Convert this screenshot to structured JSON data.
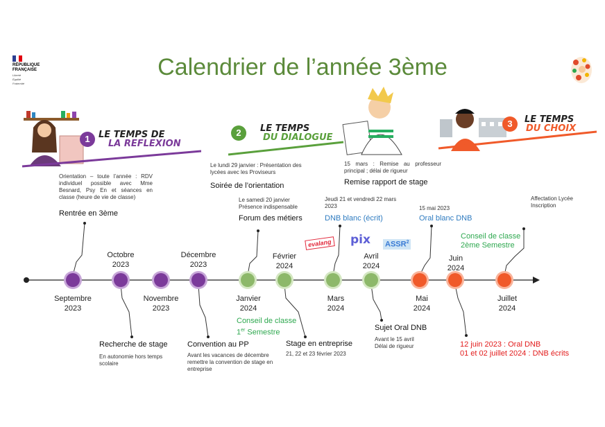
{
  "header": {
    "title": "Calendrier de l’année 3ème",
    "republique": [
      "RÉPUBLIQUE",
      "FRANÇAISE"
    ],
    "motto": [
      "Liberté",
      "Égalité",
      "Fraternité"
    ]
  },
  "phases": [
    {
      "number": "1",
      "label_line1": "LE TEMPS DE",
      "label_line2": "LA REFLEXION",
      "color": "#7b3a9a"
    },
    {
      "number": "2",
      "label_line1": "LE TEMPS",
      "label_line2": "DU DIALOGUE",
      "color": "#5aa03c"
    },
    {
      "number": "3",
      "label_line1": "LE TEMPS",
      "label_line2": "DU CHOIX",
      "color": "#f05a2a"
    }
  ],
  "months_below": [
    {
      "line1": "Septembre",
      "line2": "2023"
    },
    {
      "line1": "Novembre",
      "line2": "2023"
    },
    {
      "line1": "Janvier",
      "line2": "2024"
    },
    {
      "line1": "Mars",
      "line2": "2024"
    },
    {
      "line1": "Mai",
      "line2": "2024"
    },
    {
      "line1": "Juillet",
      "line2": "2024"
    }
  ],
  "months_above": [
    {
      "line1": "Octobre",
      "line2": "2023"
    },
    {
      "line1": "Décembre",
      "line2": "2023"
    },
    {
      "line1": "Février",
      "line2": "2024"
    },
    {
      "line1": "Avril",
      "line2": "2024"
    },
    {
      "line1": "Juin",
      "line2": "2024"
    }
  ],
  "events_top": {
    "orientation": {
      "text": "Orientation – toute l’année : RDV individuel possible avec Mme Besnard, Psy En et séances en classe (heure de vie de classe)",
      "title": "Rentrée en 3ème"
    },
    "soiree": {
      "text": "Le lundi 29 janvier : Présentation des lycées avec les Proviseurs",
      "title": "Soirée de l’orientation"
    },
    "forum": {
      "text": "Le samedi 20 janvier Présence indispensable",
      "title": "Forum des métiers"
    },
    "rapport": {
      "text": "15 mars : Remise au professeur principal ; délai de rigueur",
      "title": "Remise rapport de stage"
    },
    "dnb_blanc": {
      "text": "Jeudi 21 et vendredi 22 mars 2023",
      "title": "DNB blanc (écrit)"
    },
    "oral_blanc": {
      "text": "15 mai 2023",
      "title": "Oral blanc DNB"
    },
    "affectation": {
      "text_line1": "Affectation Lycée",
      "text_line2": "Inscription"
    },
    "conseil2": {
      "line1": "Conseil de classe",
      "line2": "2ème Semestre"
    }
  },
  "events_bottom": {
    "recherche": {
      "title": "Recherche de stage",
      "text": "En autonomie hors temps scolaire"
    },
    "convention": {
      "title": "Convention au PP",
      "text": "Avant les vacances de décembre remettre la convention de stage en entreprise"
    },
    "conseil1": {
      "line1": "Conseil de classe",
      "line2_pre": "1",
      "line2_sup": "er",
      "line2_post": " Semestre"
    },
    "stage": {
      "title": "Stage en entreprise",
      "text": "21, 22 et 23 février 2023"
    },
    "oral": {
      "title": "Sujet Oral DNB",
      "text_line1": "Avant le 15 avril",
      "text_line2": "Délai de rigueur"
    },
    "dnb": {
      "line1": "12 juin 2023 : Oral DNB",
      "line2": "01 et 02 juillet 2024 : DNB écrits"
    }
  },
  "logos": {
    "evalang": "evalang",
    "pix": "pix",
    "assr": "ASSR",
    "assr_sub": "2"
  },
  "colors": {
    "purple": "#7b3a9a",
    "green": "#8db86a",
    "orange": "#f05a2a",
    "title": "#5b8a3a",
    "blue_text": "#2e7bc0",
    "green_text": "#2ea84f",
    "red_text": "#e21b1b"
  }
}
